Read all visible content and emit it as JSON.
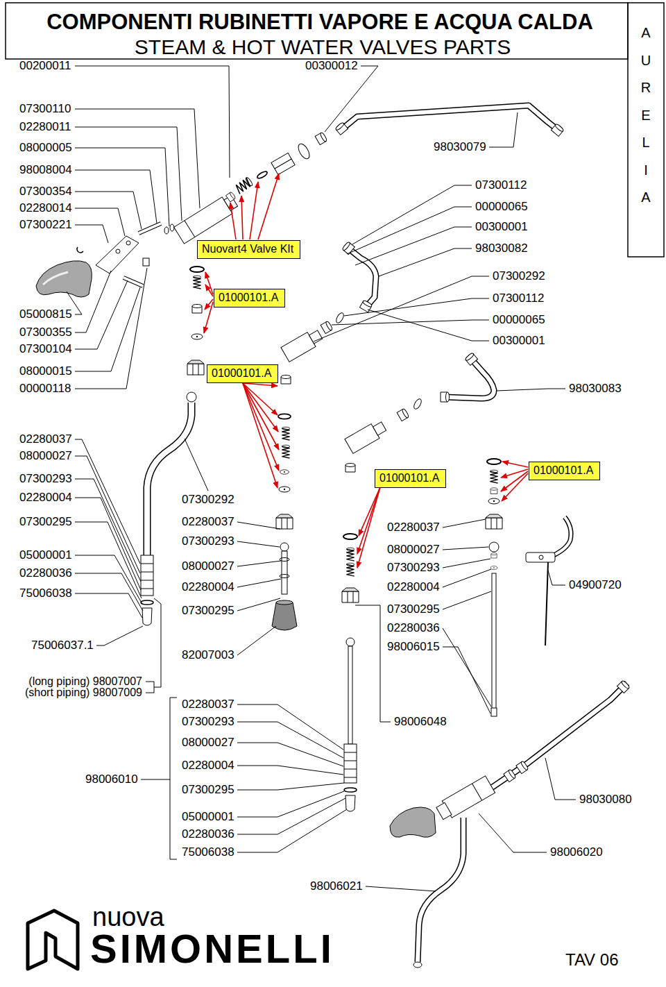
{
  "diagram": {
    "title": "COMPONENTI RUBINETTI VAPORE E ACQUA CALDA",
    "nodes": [
      {
        "text": [
          "Nuovart4 Valve KIt"
        ]
      },
      {
        "text": [
          "01000101.A"
        ]
      },
      {
        "text": [
          "01000101.A"
        ]
      },
      {
        "text": [
          "01000101.A"
        ]
      },
      {
        "text": [
          "01000101.A"
        ]
      }
    ],
    "labels": [
      "STEAM & HOT WATER VALVES PARTS",
      "AURELIA",
      "00200011",
      "07300110",
      "02280011",
      "08000005",
      "98008004",
      "07300354",
      "02280014",
      "07300221",
      "00300012",
      "98030079",
      "07300112",
      "00000065",
      "00300001",
      "98030082",
      "07300292",
      "07300112",
      "00000065",
      "00300001",
      "98030083",
      "05000815",
      "07300355",
      "07300104",
      "08000015",
      "00000118",
      "02280037",
      "08000027",
      "07300293",
      "02280004",
      "07300292",
      "07300295",
      "05000001",
      "02280036",
      "75006038",
      "75006037.1",
      "(long piping) 98007007",
      "(short piping) 98007009",
      "02280037",
      "07300293",
      "08000027",
      "02280004",
      "07300295",
      "82007003",
      "02280037",
      "07300293",
      "08000027",
      "02280004",
      "07300295",
      "05000001",
      "02280036",
      "75006038",
      "98006010",
      "02280037",
      "08000027",
      "07300293",
      "02280004",
      "07300295",
      "02280036",
      "98006015",
      "98006048",
      "04900720",
      "98030080",
      "98006021",
      "98006020",
      "nuova",
      "SIMONELLI",
      "TAV 06"
    ]
  }
}
